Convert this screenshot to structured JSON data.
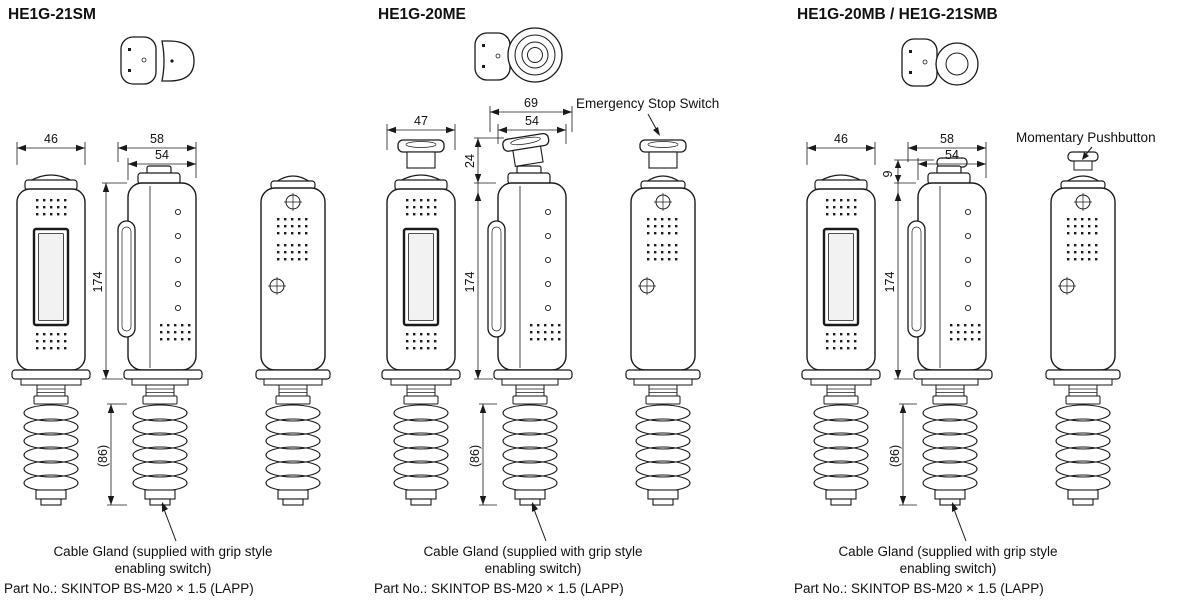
{
  "diagram": {
    "background": "#ffffff",
    "line_color": "#1a1a1a"
  },
  "groups": [
    {
      "title": "HE1G-21SM",
      "dims": {
        "front_width": "46",
        "side_overall_width": "58",
        "side_body_width": "54",
        "body_height": "174",
        "coil_length": "(86)"
      },
      "caption_line1": "Cable Gland (supplied with grip style",
      "caption_line2": "enabling switch)",
      "part_no": "Part No.: SKINTOP BS-M20 × 1.5 (LAPP)"
    },
    {
      "title": "HE1G-20ME",
      "annotation": "Emergency Stop Switch",
      "dims": {
        "front_width": "47",
        "head_width": "69",
        "side_body_width": "54",
        "head_height": "24",
        "body_height": "174",
        "coil_length": "(86)"
      },
      "caption_line1": "Cable Gland (supplied with grip style",
      "caption_line2": "enabling switch)",
      "part_no": "Part No.: SKINTOP BS-M20 × 1.5 (LAPP)"
    },
    {
      "title": "HE1G-20MB / HE1G-21SMB",
      "annotation": "Momentary Pushbutton",
      "dims": {
        "front_width": "46",
        "side_overall_width": "58",
        "side_body_width": "54",
        "button_height": "9",
        "body_height": "174",
        "coil_length": "(86)"
      },
      "caption_line1": "Cable Gland (supplied with grip style",
      "caption_line2": "enabling switch)",
      "part_no": "Part No.: SKINTOP BS-M20 × 1.5 (LAPP)"
    }
  ]
}
